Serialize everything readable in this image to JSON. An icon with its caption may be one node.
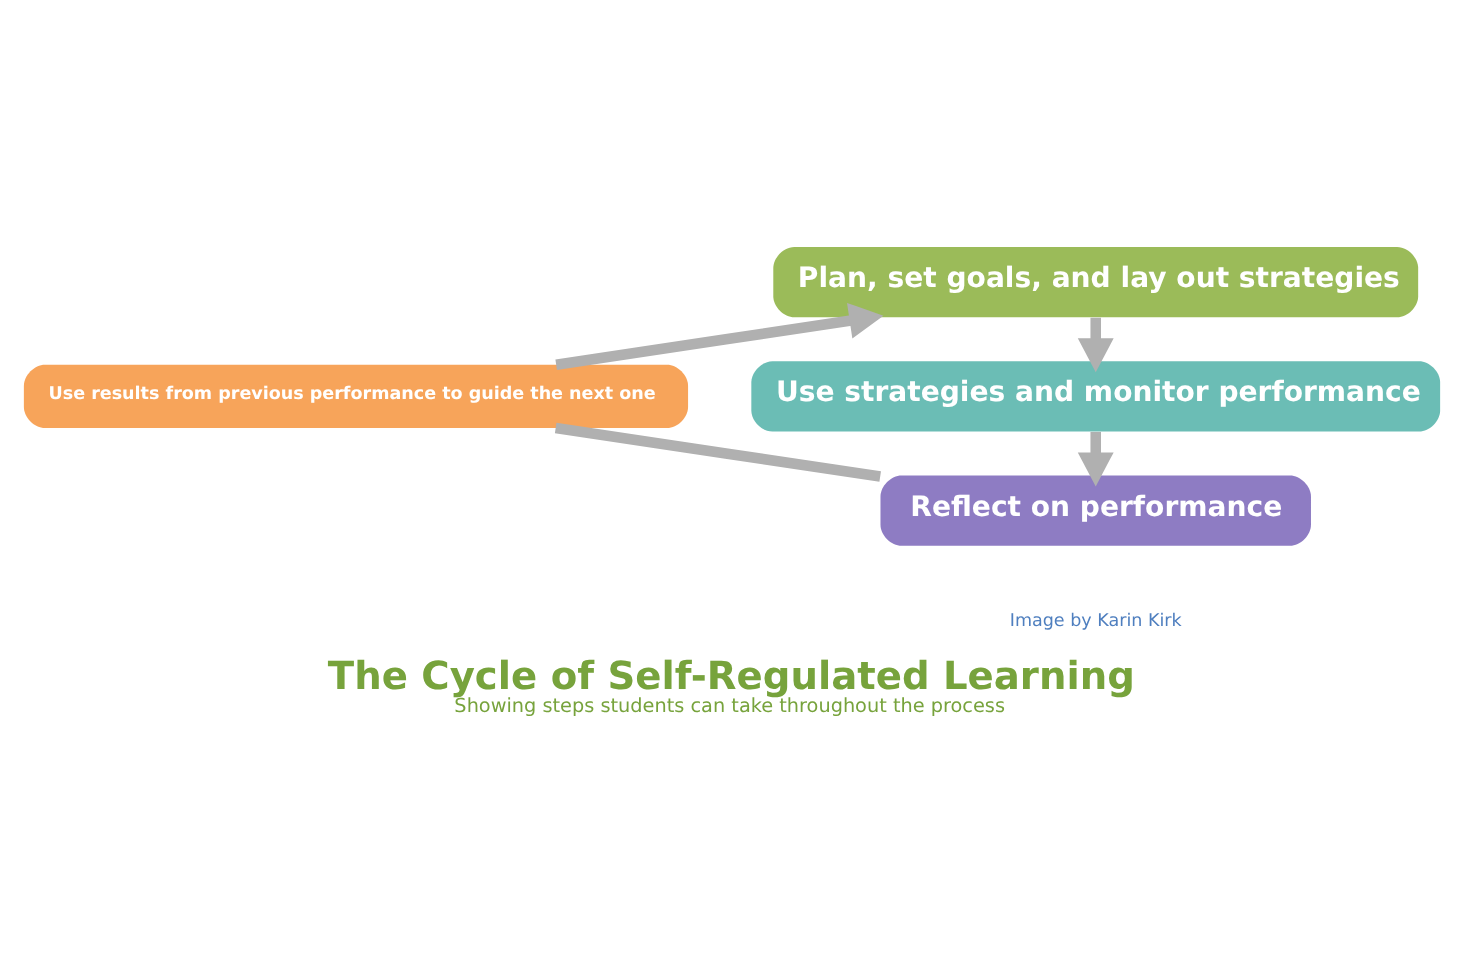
{
  "diagram": {
    "title": "The Cycle of Self-Regulated Learning",
    "caption": "Showing steps students can take throughout the process",
    "nodes": [
      {
        "text": [
          "Plan, set goals, and lay out strategies"
        ]
      },
      {
        "text": [
          "Use strategies and monitor performance"
        ]
      },
      {
        "text": [
          "Reflect on performance"
        ]
      },
      {
        "text": [
          "Use results from previous performance to guide the next one"
        ]
      }
    ],
    "edges": [
      {
        "from": 0,
        "to": 1,
        "arrow": "to"
      },
      {
        "from": 1,
        "to": 2,
        "arrow": "to"
      },
      {
        "from": 2,
        "to": 3,
        "arrow": "none"
      },
      {
        "from": 3,
        "to": 0,
        "arrow": "to"
      }
    ],
    "labels": [
      "Image by Karin Kirk"
    ]
  }
}
